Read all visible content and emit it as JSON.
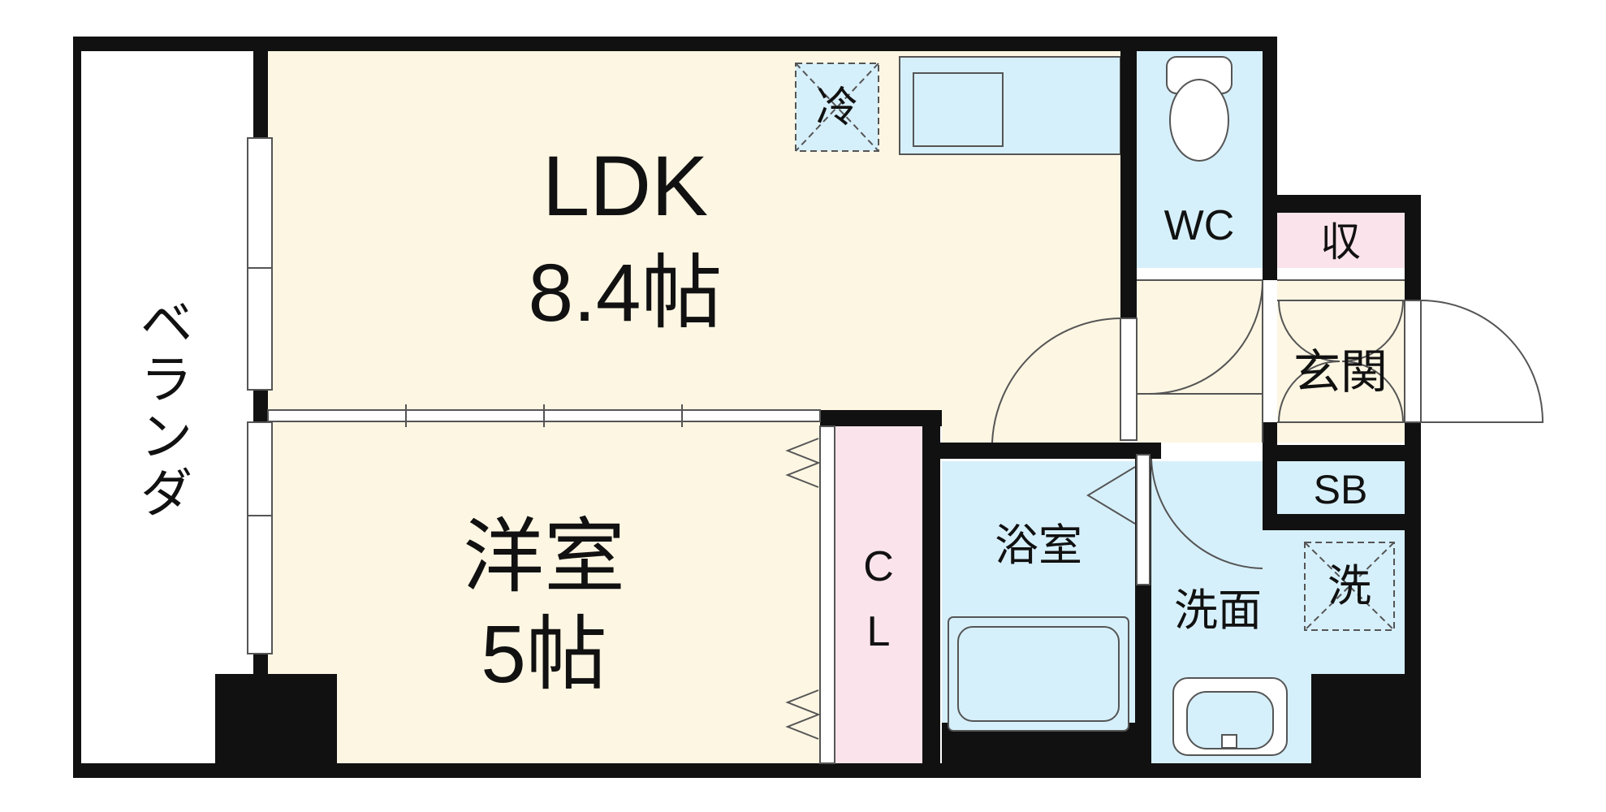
{
  "rooms": {
    "ldk": {
      "name": "LDK",
      "size": "8.4帖"
    },
    "western": {
      "name": "洋室",
      "size": "5帖"
    },
    "closet": {
      "c": "C",
      "l": "L"
    },
    "bath": "浴室",
    "washroom": "洗面",
    "wc": "WC",
    "storage": "収",
    "entrance": "玄関",
    "shoebox": "SB",
    "veranda": [
      "ベ",
      "ラ",
      "ン",
      "ダ"
    ]
  },
  "fixtures": {
    "fridge": "冷",
    "washer": "洗"
  },
  "colors": {
    "wall": "#111111",
    "living": "#fdf6e3",
    "wet_area": "#d6f0fb",
    "storage": "#fbe3ec"
  }
}
